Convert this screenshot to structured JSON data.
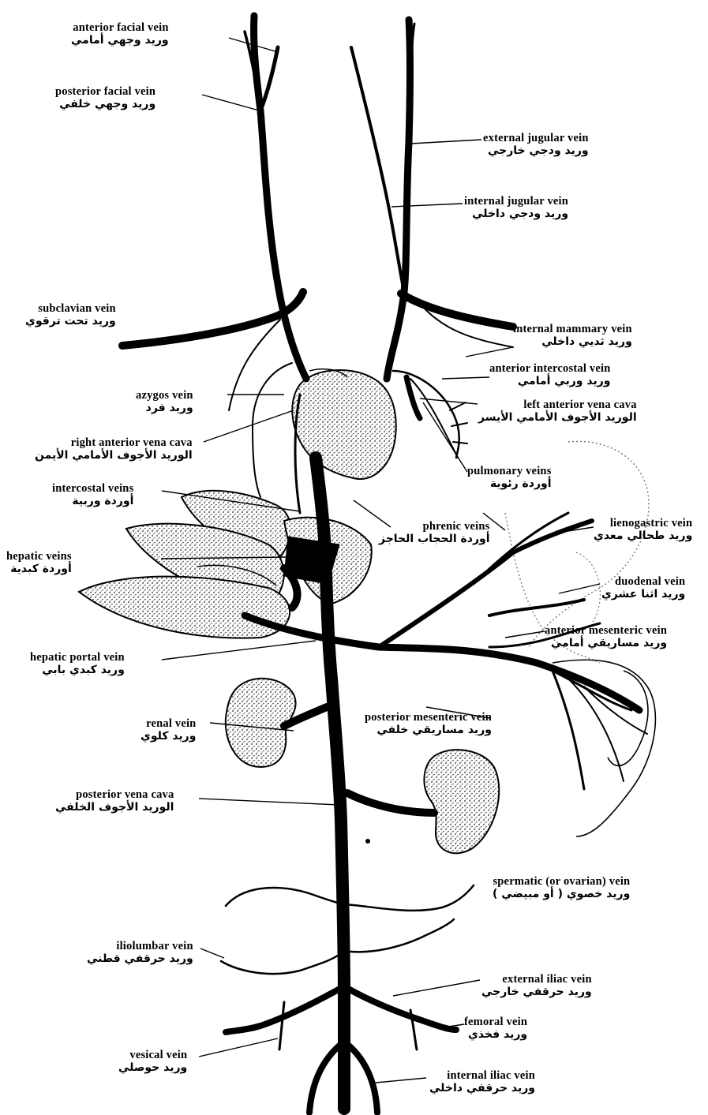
{
  "labels": {
    "anterior_facial": {
      "en": "anterior facial vein",
      "ar": "وريد وجهي أمامي"
    },
    "posterior_facial": {
      "en": "posterior facial vein",
      "ar": "وريد وجهي خلفي"
    },
    "external_jugular": {
      "en": "external jugular vein",
      "ar": "وريد ودجي خارجي"
    },
    "internal_jugular": {
      "en": "internal jugular vein",
      "ar": "وريد ودجي داخلي"
    },
    "subclavian": {
      "en": "subclavian vein",
      "ar": "وريد تحت ترقوي"
    },
    "internal_mammary": {
      "en": "internal mammary vein",
      "ar": "وريد ثديي داخلي"
    },
    "anterior_intercostal": {
      "en": "anterior intercostal vein",
      "ar": "وريد وربي أمامي"
    },
    "azygos": {
      "en": "azygos vein",
      "ar": "وريد فرد"
    },
    "left_anterior_vena_cava": {
      "en": "left anterior vena cava",
      "ar": "الوريد الأجوف الأمامي الأيسر"
    },
    "right_anterior_vena_cava": {
      "en": "right anterior vena cava",
      "ar": "الوريد الأجوف الأمامي الأيمن"
    },
    "pulmonary": {
      "en": "pulmonary veins",
      "ar": "أوردة رئوية"
    },
    "intercostal": {
      "en": "intercostal veins",
      "ar": "أوردة وربية"
    },
    "phrenic": {
      "en": "phrenic veins",
      "ar": "أوردة الحجاب الحاجز"
    },
    "lienogastric": {
      "en": "lienogastric vein",
      "ar": "وريد طحالي معدي"
    },
    "hepatic": {
      "en": "hepatic veins",
      "ar": "أوردة كبدية"
    },
    "duodenal": {
      "en": "duodenal vein",
      "ar": "وريد اثنا عشري"
    },
    "anterior_mesenteric": {
      "en": "anterior mesenteric vein",
      "ar": "وريد مساريقي أمامي"
    },
    "hepatic_portal": {
      "en": "hepatic portal vein",
      "ar": "وريد كبدي بابي"
    },
    "posterior_mesenteric": {
      "en": "posterior mesenteric vein",
      "ar": "وريد مساريقي خلفي"
    },
    "renal": {
      "en": "renal vein",
      "ar": "وريد كلوي"
    },
    "posterior_vena_cava": {
      "en": "posterior vena cava",
      "ar": "الوريد الأجوف الخلفي"
    },
    "spermatic": {
      "en": "spermatic (or ovarian) vein",
      "ar": "وريد خصوي ( أو مبيضي )"
    },
    "iliolumbar": {
      "en": "iliolumbar vein",
      "ar": "وريد حرقفي قطني"
    },
    "external_iliac": {
      "en": "external iliac vein",
      "ar": "وريد حرقفي خارجي"
    },
    "femoral": {
      "en": "femoral vein",
      "ar": "وريد فخذي"
    },
    "vesical": {
      "en": "vesical vein",
      "ar": "وريد حوصلي"
    },
    "internal_iliac": {
      "en": "internal iliac vein",
      "ar": "وريد حرقفي داخلي"
    }
  },
  "colors": {
    "vein": "#000000",
    "background": "#ffffff",
    "stipple": "#8a8a8a"
  }
}
